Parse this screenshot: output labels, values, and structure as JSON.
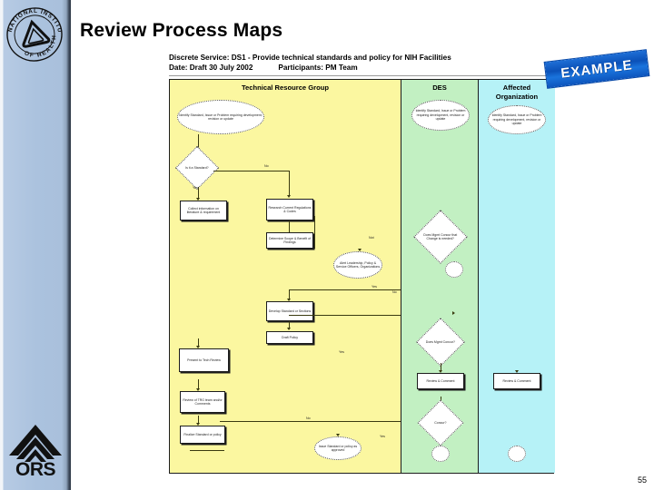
{
  "page_title": "Review Process Maps",
  "page_number": "55",
  "example_banner": {
    "label": "EXAMPLE"
  },
  "logos": {
    "nih": {
      "name": "nih-seal",
      "text_top": "NATIONAL INSTITUTES",
      "text_bottom": "OF HEALTH"
    },
    "ors": {
      "name": "ors-logo",
      "text": "ORS"
    }
  },
  "chart_header": {
    "line1": "Discrete Service: DS1 - Provide technical standards and policy for NIH Facilities",
    "line2_date": "Date: Draft 30 July 2002",
    "line2_participants": "Participants:  PM Team"
  },
  "lanes": [
    {
      "id": "trg",
      "title": "Technical Resource Group",
      "color": "#fbf7a0"
    },
    {
      "id": "des",
      "title": "DES",
      "color": "#c2f0c2"
    },
    {
      "id": "aff",
      "title": "Affected\nOrganization",
      "color": "#b6f2f7"
    }
  ],
  "lane_titles": {
    "trg": "Technical Resource Group",
    "des": "DES",
    "aff_line1": "Affected",
    "aff_line2": "Organization"
  },
  "nodes": {
    "trg_start": "Identify Standard, Issue or Problem requiring development, revision or update",
    "des_start": "Identify Standard, Issue or Problem requiring development, revision or update",
    "aff_start": "Identify Standard, Issue or Problem requiring development, revision or update",
    "is_standard": "Is it a Standard?",
    "collect_info": "Collect information on literature & requirement",
    "research_current": "Research Current Regulations & Codes",
    "determine_scope": "Determine Scope & Benefit of Findings",
    "alert_leadership": "Alert Leadership, Policy & Service Officers, Organizations",
    "develop_std": "Develop Standard or Sections",
    "draft_policy": "Draft Policy",
    "present_review": "Present to Tech Review",
    "review_comments": "Review of TRG team and/or Comments",
    "finalize_policy": "Finalize Standard or policy",
    "issue_standard": "Issue Standard or policy as approved",
    "des_mgmt_aware": "Does Mgmt Concur that Change is needed?",
    "does_mgmt_concur": "Does Mgmt Concur?",
    "des_review_comment": "Review & Comment",
    "aff_review_comment": "Review & Comment",
    "concur": "Concur?"
  },
  "edge_labels": {
    "no_top": "No",
    "yes_left": "Yes",
    "not_mid": "Not",
    "yes_mid": "Yes",
    "no_mid": "No",
    "yes_low": "Yes",
    "no_low": "No",
    "yes_bottom": "Yes"
  }
}
